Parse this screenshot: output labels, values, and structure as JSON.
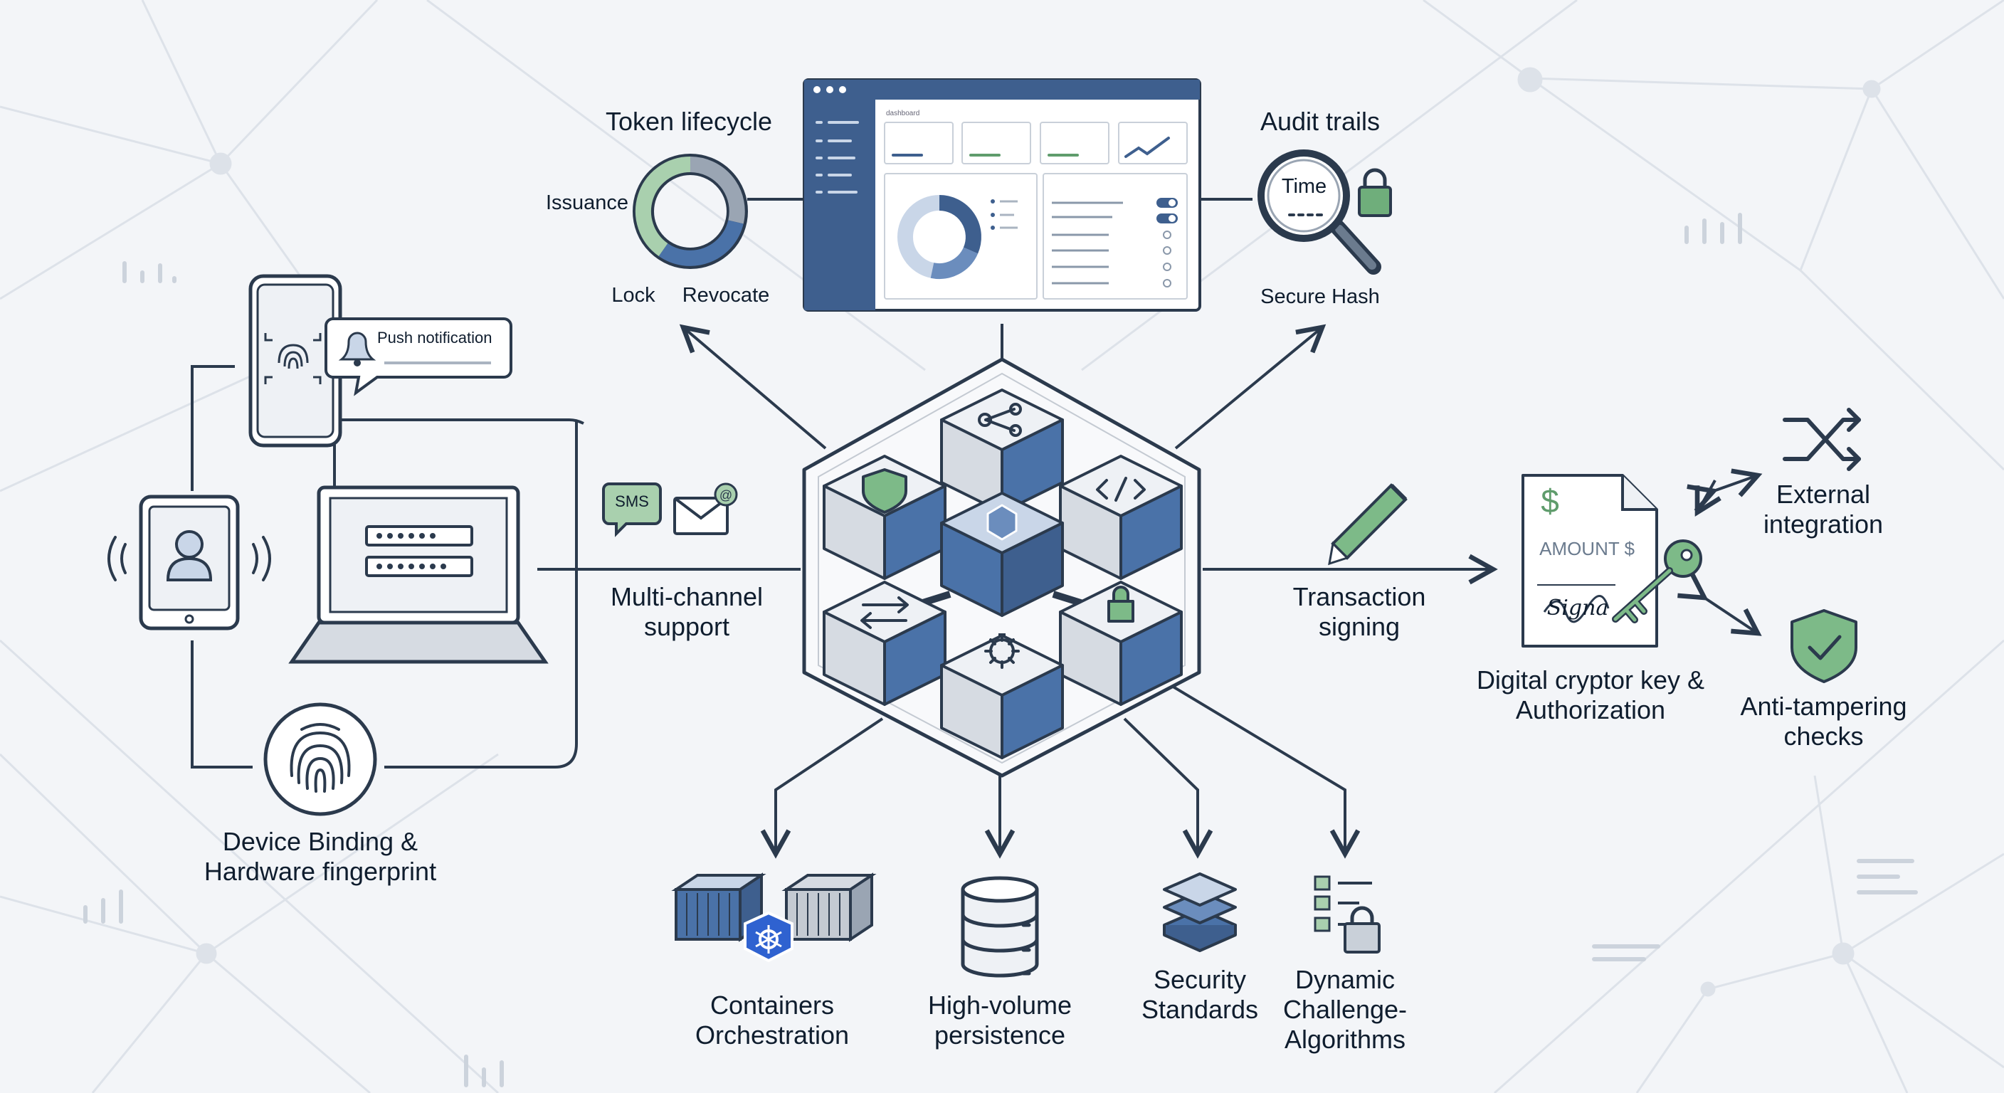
{
  "labels": {
    "token_lifecycle": "Token lifecycle",
    "issuance": "Issuance",
    "lock": "Lock",
    "revocate": "Revocate",
    "audit_trails": "Audit trails",
    "time": "Time",
    "secure_hash": "Secure Hash",
    "push_notification": "Push notification",
    "sms": "SMS",
    "multi_channel_line1": "Multi-channel",
    "multi_channel_line2": "support",
    "device_binding_line1": "Device Binding &",
    "device_binding_line2": "Hardware fingerprint",
    "transaction_line1": "Transaction",
    "transaction_line2": "signing",
    "amount": "AMOUNT $",
    "signature": "Signa",
    "dollar": "$",
    "digital_key_line1": "Digital cryptor key &",
    "digital_key_line2": "Authorization",
    "external_line1": "External",
    "external_line2": "integration",
    "anti_tamper_line1": "Anti-tampering",
    "anti_tamper_line2": "checks",
    "containers_line1": "Containers",
    "containers_line2": "Orchestration",
    "persistence_line1": "High-volume",
    "persistence_line2": "persistence",
    "security_line1": "Security",
    "security_line2": "Standards",
    "dynamic_line1": "Dynamic",
    "dynamic_line2": "Challenge-",
    "dynamic_line3": "Algorithms",
    "dashboard_title": "dashboard"
  },
  "colors": {
    "ink": "#2b3a4d",
    "blue": "#4a72a8",
    "light_blue": "#c9d6e8",
    "green": "#5f9c6c",
    "light_green": "#a9d0ae",
    "grey": "#c4cad2"
  }
}
